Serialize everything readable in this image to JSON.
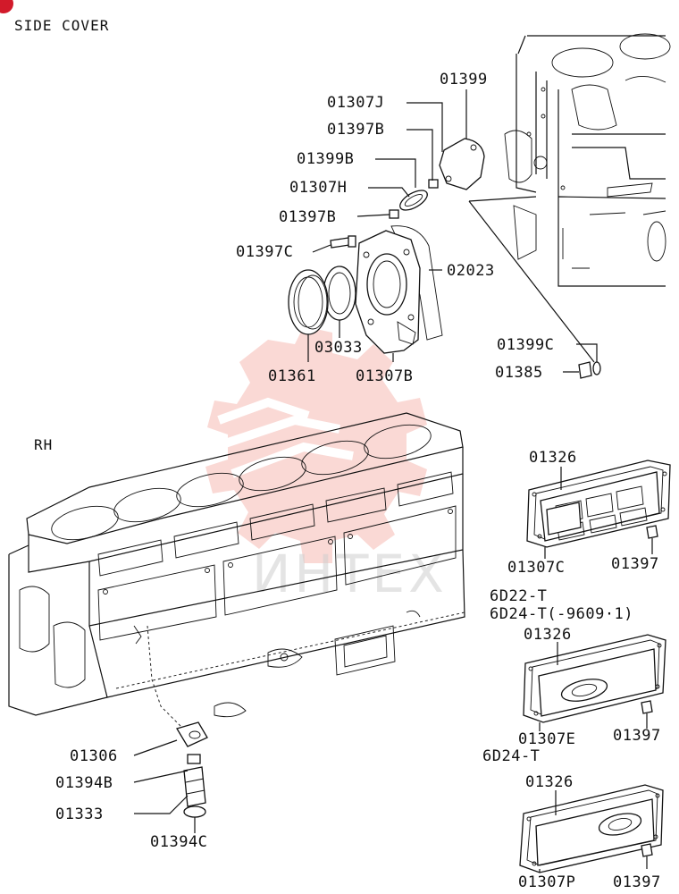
{
  "title": "SIDE COVER",
  "section_rh": "RH",
  "page_badge_color": "#d21a2a",
  "watermark_text": "ИНТЕХ",
  "watermark_color": "#e8503f",
  "part_labels": {
    "p01399": "01399",
    "p01307J": "01307J",
    "p01397B_a": "01397B",
    "p01399B": "01399B",
    "p01307H": "01307H",
    "p01397B_b": "01397B",
    "p01397C": "01397C",
    "p02023": "02023",
    "p03033": "03033",
    "p01361": "01361",
    "p01307B": "01307B",
    "p01399C": "01399C",
    "p01385": "01385",
    "p01326_a": "01326",
    "p01307C": "01307C",
    "p01397_a": "01397",
    "variant_6d22t": "6D22-T",
    "variant_6d24t_early": "6D24-T(-9609·1)",
    "p01326_b": "01326",
    "p01307E": "01307E",
    "p01397_b": "01397",
    "variant_6d24t": "6D24-T",
    "p01326_c": "01326",
    "p01307P": "01307P",
    "p01397_c": "01397",
    "p01306": "01306",
    "p01394B": "01394B",
    "p01333": "01333",
    "p01394C": "01394C"
  }
}
